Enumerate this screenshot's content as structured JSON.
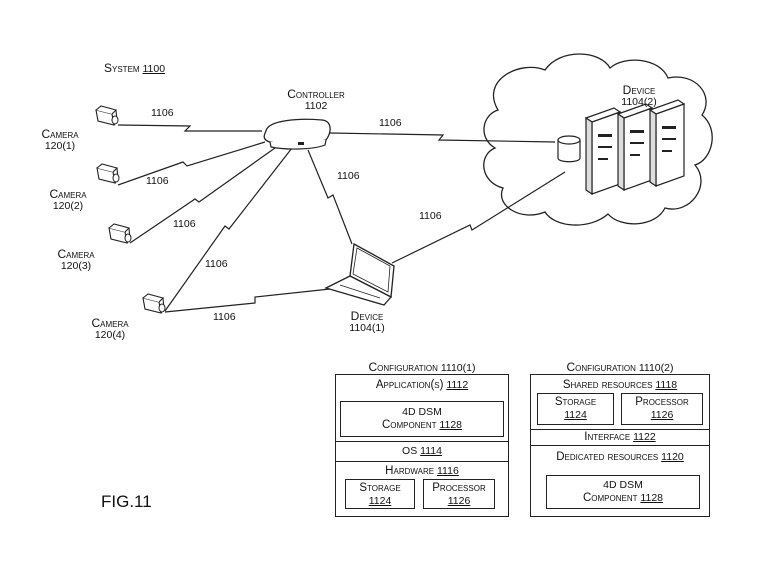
{
  "system": {
    "word": "System",
    "num": "1100"
  },
  "controller": {
    "word": "Controller",
    "num": "1102"
  },
  "link_label": "1106",
  "cameras": [
    {
      "word": "Camera",
      "num": "120(1)"
    },
    {
      "word": "Camera",
      "num": "120(2)"
    },
    {
      "word": "Camera",
      "num": "120(3)"
    },
    {
      "word": "Camera",
      "num": "120(4)"
    }
  ],
  "device1": {
    "word": "Device",
    "num": "1104(1)"
  },
  "device2": {
    "word": "Device",
    "num": "1104(2)"
  },
  "config1": {
    "title_word": "Configuration",
    "title_num": "1110(1)",
    "app_word": "Application(s)",
    "app_num": "1112",
    "dsm_line1": "4D DSM",
    "dsm_word": "Component",
    "dsm_num": "1128",
    "os_word": "OS",
    "os_num": "1114",
    "hw_word": "Hardware",
    "hw_num": "1116",
    "storage_word": "Storage",
    "storage_num": "1124",
    "proc_word": "Processor",
    "proc_num": "1126"
  },
  "config2": {
    "title_word": "Configuration",
    "title_num": "1110(2)",
    "shared_word": "Shared resources",
    "shared_num": "1118",
    "storage_word": "Storage",
    "storage_num": "1124",
    "proc_word": "Processor",
    "proc_num": "1126",
    "iface_word": "Interface",
    "iface_num": "1122",
    "ded_word": "Dedicated resources",
    "ded_num": "1120",
    "dsm_line1": "4D DSM",
    "dsm_word": "Component",
    "dsm_num": "1128"
  },
  "figure_label": "FIG.11"
}
